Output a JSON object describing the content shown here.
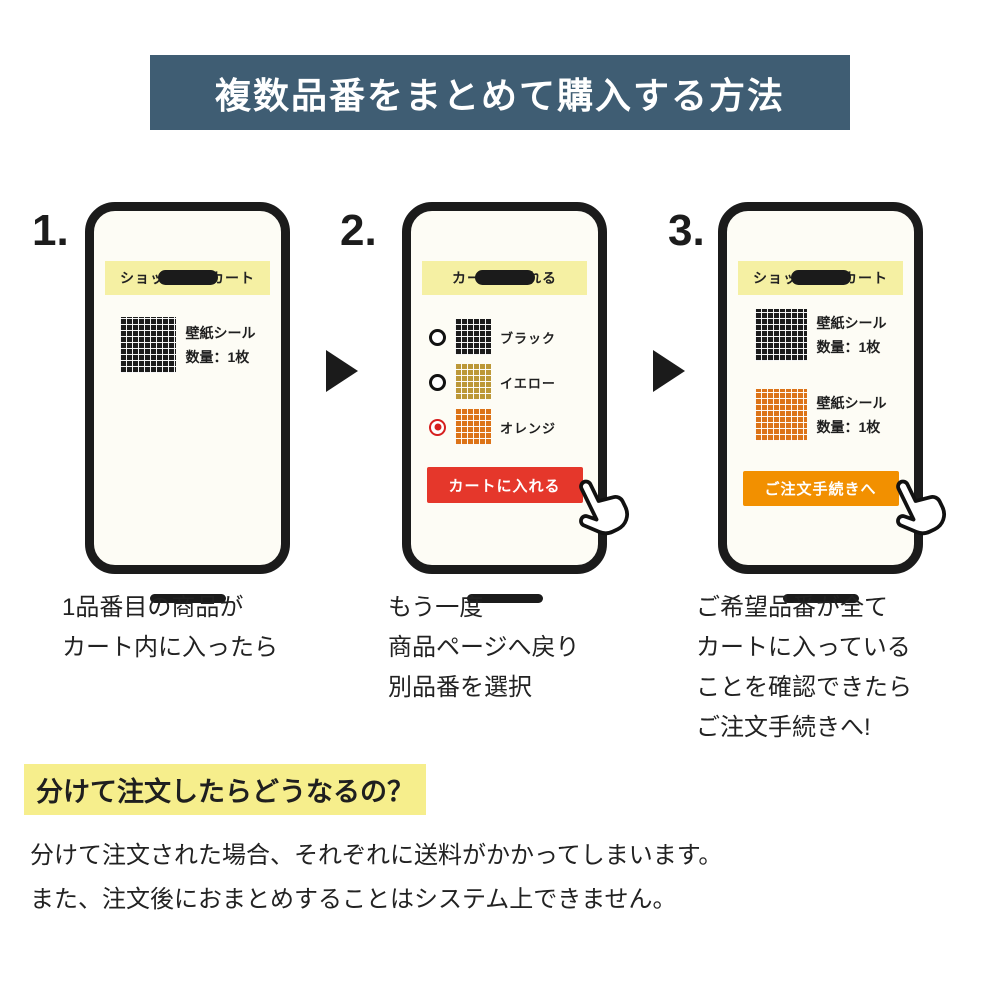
{
  "header": {
    "title": "複数品番をまとめて購入する方法",
    "bg_color": "#3f5d73",
    "text_color": "#ffffff"
  },
  "steps": [
    {
      "number": "1.",
      "phone": {
        "banner": "ショッピングカート",
        "items": [
          {
            "swatch": "black-grid",
            "lines": [
              "壁紙シール",
              "数量：1枚"
            ]
          }
        ]
      },
      "caption": [
        "1品番目の商品が",
        "カート内に入ったら"
      ]
    },
    {
      "number": "2.",
      "phone": {
        "banner": "カートに入れる",
        "options": [
          {
            "label": "ブラック",
            "swatch": "black-grid",
            "selected": false
          },
          {
            "label": "イエロー",
            "swatch": "yellow-grid",
            "selected": false
          },
          {
            "label": "オレンジ",
            "swatch": "orange-grid",
            "selected": true
          }
        ],
        "button": {
          "label": "カートに入れる",
          "bg_color": "#e5372b"
        }
      },
      "caption": [
        "もう一度",
        "商品ページへ戻り",
        "別品番を選択"
      ]
    },
    {
      "number": "3.",
      "phone": {
        "banner": "ショッピングカート",
        "items": [
          {
            "swatch": "black-grid",
            "lines": [
              "壁紙シール",
              "数量：1枚"
            ]
          },
          {
            "swatch": "orange-grid",
            "lines": [
              "壁紙シール",
              "数量：1枚"
            ]
          }
        ],
        "button": {
          "label": "ご注文手続きへ",
          "bg_color": "#f29000"
        }
      },
      "caption": [
        "ご希望品番が全て",
        "カートに入っている",
        "ことを確認できたら",
        "ご注文手続きへ!"
      ]
    }
  ],
  "footer": {
    "question": "分けて注文したらどうなるの？",
    "lines": [
      "分けて注文された場合、それぞれに送料がかかってしまいます。",
      "また、注文後におまとめすることはシステム上できません。"
    ]
  },
  "colors": {
    "phone_banner_yellow": "#f5f0a3",
    "highlight_yellow": "#f6ee8c",
    "swatch_black": "#1b1b1b",
    "swatch_yellow": "#bc9838",
    "swatch_orange": "#dc7317",
    "radio_selected_red": "#d61f1f"
  }
}
